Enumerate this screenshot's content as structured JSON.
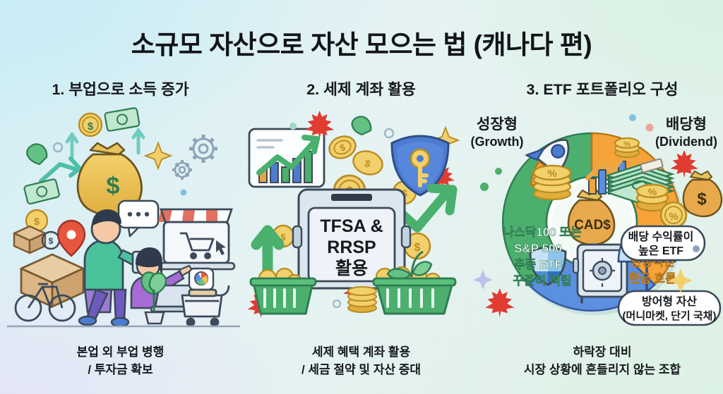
{
  "title": "소규모 자산으로 자산 모으는 법 (캐나다 편)",
  "sections": [
    {
      "heading": "1. 부업으로 소득 증가",
      "caption_line1": "본업 외 부업 병행",
      "caption_line2": "/ 투자금 확보",
      "illustration": "side-hustle-delivery-laptop-shop"
    },
    {
      "heading": "2. 세제 계좌 활용",
      "caption_line1": "세제 혜택 계좌 활용",
      "caption_line2": "/ 세금 절약 및 자산 증대",
      "sign_line1": "TFSA &",
      "sign_line2": "RRSP",
      "sign_line3": "활용",
      "illustration": "tax-account-safe-chart-shield"
    },
    {
      "heading": "3. ETF 포트폴리오 구성",
      "caption_line1": "하락장 대비",
      "caption_line2": "시장 상황에 흔들리지 않는 조합",
      "illustration": "etf-portfolio-pie"
    }
  ],
  "pie": {
    "center_label": "CAD$",
    "segments": [
      {
        "key": "growth",
        "label_ko": "성장형",
        "label_en": "(Growth)",
        "color": "#4CAF6E",
        "body_lines": [
          "나스닥100 또는",
          "S&P 500",
          "추종 ETF",
          "꾸준히 적립"
        ],
        "icons": [
          "rocket-icon",
          "bar-chart-up-icon",
          "percent-coins-icon"
        ]
      },
      {
        "key": "dividend",
        "label_ko": "배당형",
        "label_en": "(Dividend)",
        "color": "#F6A33A",
        "pill": "배당 수익률이\n높은 ETF",
        "pill_line1": "배당 수익률이",
        "pill_line2": "높은 ETF",
        "body_lines": [
          "안정적인",
          "현금 흐름"
        ],
        "icons": [
          "cash-stack-icon",
          "percent-coins-icon",
          "money-bag-icon"
        ]
      },
      {
        "key": "defensive",
        "label_ko": "방어형 자산",
        "color": "#5B8FE0",
        "pill_line1": "방어형 자산",
        "pill_line2": "(머니마켓, 단기 국채)",
        "icons": [
          "shield-icon",
          "safe-box-icon",
          "umbrella-icon"
        ]
      }
    ]
  },
  "colors": {
    "green": "#4CAF6E",
    "orange": "#F6A33A",
    "blue": "#5B8FE0",
    "gold": "#E8B04B",
    "text": "#16191d",
    "maple_red": "#E03C31",
    "bg_top_left": "#c9edf6",
    "bg_top_right": "#d8f2e3",
    "bg_bottom_left": "#e4e6f8"
  }
}
